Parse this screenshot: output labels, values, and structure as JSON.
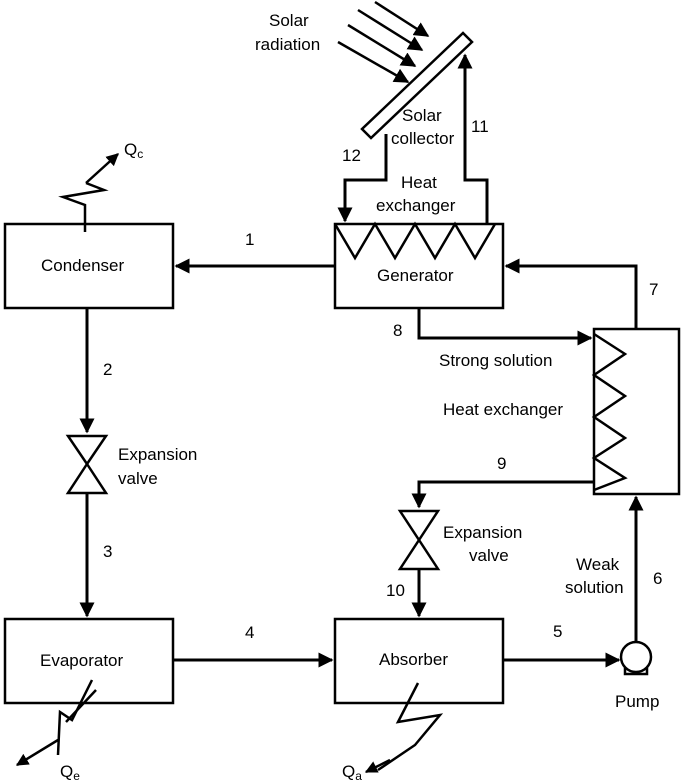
{
  "components": {
    "condenser": "Condenser",
    "evaporator": "Evaporator",
    "generator": "Generator",
    "absorber": "Absorber",
    "pump": "Pump"
  },
  "labels": {
    "solar_radiation_1": "Solar",
    "solar_radiation_2": "radiation",
    "solar_collector_1": "Solar",
    "solar_collector_2": "collector",
    "heat_exchanger_top_1": "Heat",
    "heat_exchanger_top_2": "exchanger",
    "strong_solution": "Strong solution",
    "heat_exchanger_side": "Heat exchanger",
    "expansion_valve_left_1": "Expansion",
    "expansion_valve_left_2": "valve",
    "expansion_valve_right_1": "Expansion",
    "expansion_valve_right_2": "valve",
    "weak_solution_1": "Weak",
    "weak_solution_2": "solution"
  },
  "heat_flows": {
    "qc": {
      "main": "Q",
      "sub": "c"
    },
    "qe": {
      "main": "Q",
      "sub": "e"
    },
    "qa": {
      "main": "Q",
      "sub": "a"
    }
  },
  "state_points": {
    "p1": "1",
    "p2": "2",
    "p3": "3",
    "p4": "4",
    "p5": "5",
    "p6": "6",
    "p7": "7",
    "p8": "8",
    "p9": "9",
    "p10": "10",
    "p11": "11",
    "p12": "12"
  }
}
